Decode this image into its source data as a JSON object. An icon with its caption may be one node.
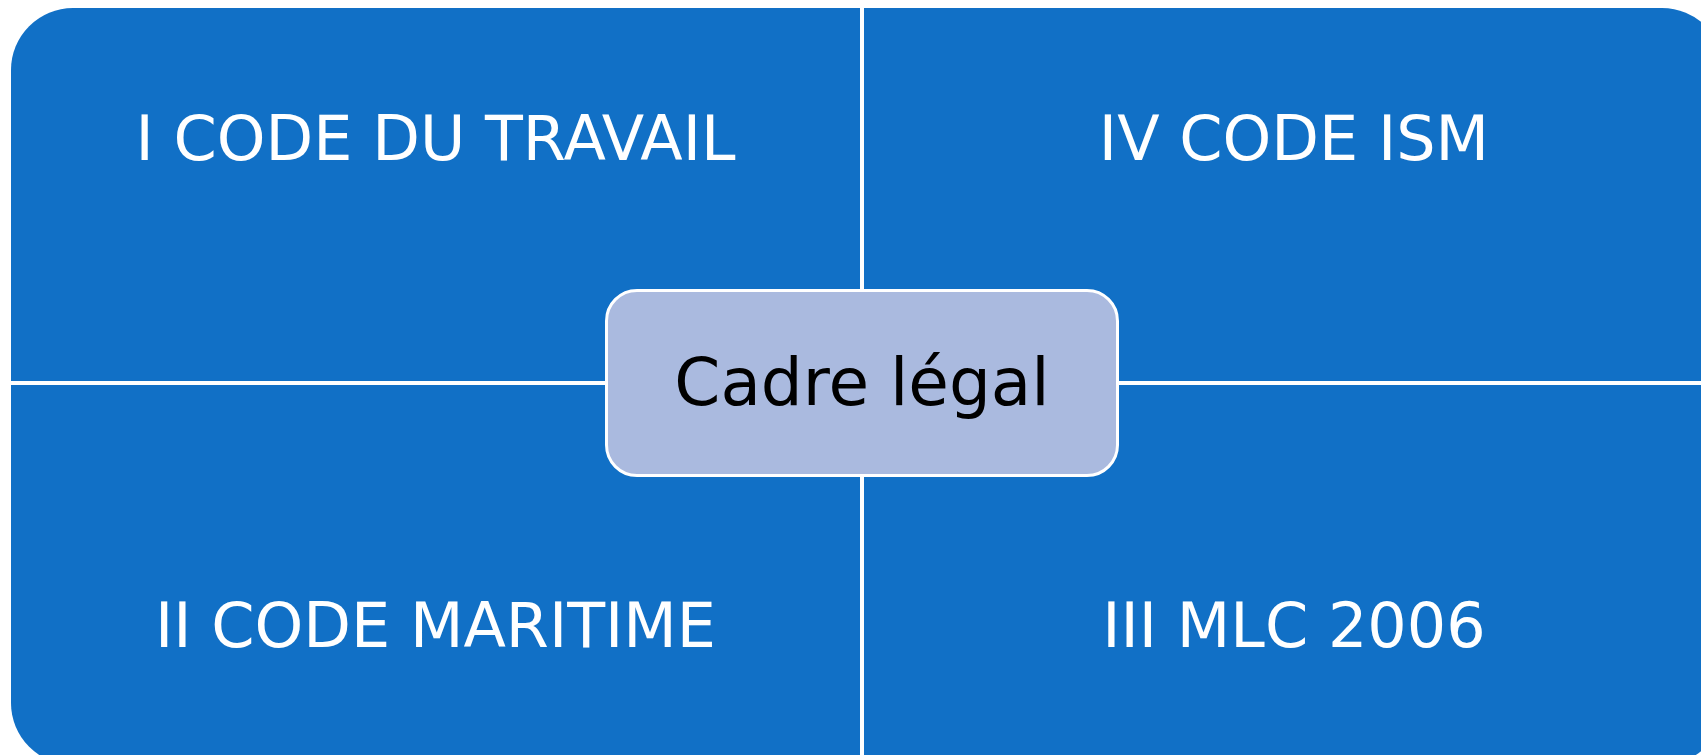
{
  "diagram": {
    "nodes": [
      {
        "text": [
          "I CODE DU TRAVAIL"
        ]
      },
      {
        "text": [
          "IV CODE ISM"
        ]
      },
      {
        "text": [
          "Cadre légal"
        ]
      },
      {
        "text": [
          "II CODE MARITIME"
        ]
      },
      {
        "text": [
          "III MLC 2006"
        ]
      }
    ]
  }
}
